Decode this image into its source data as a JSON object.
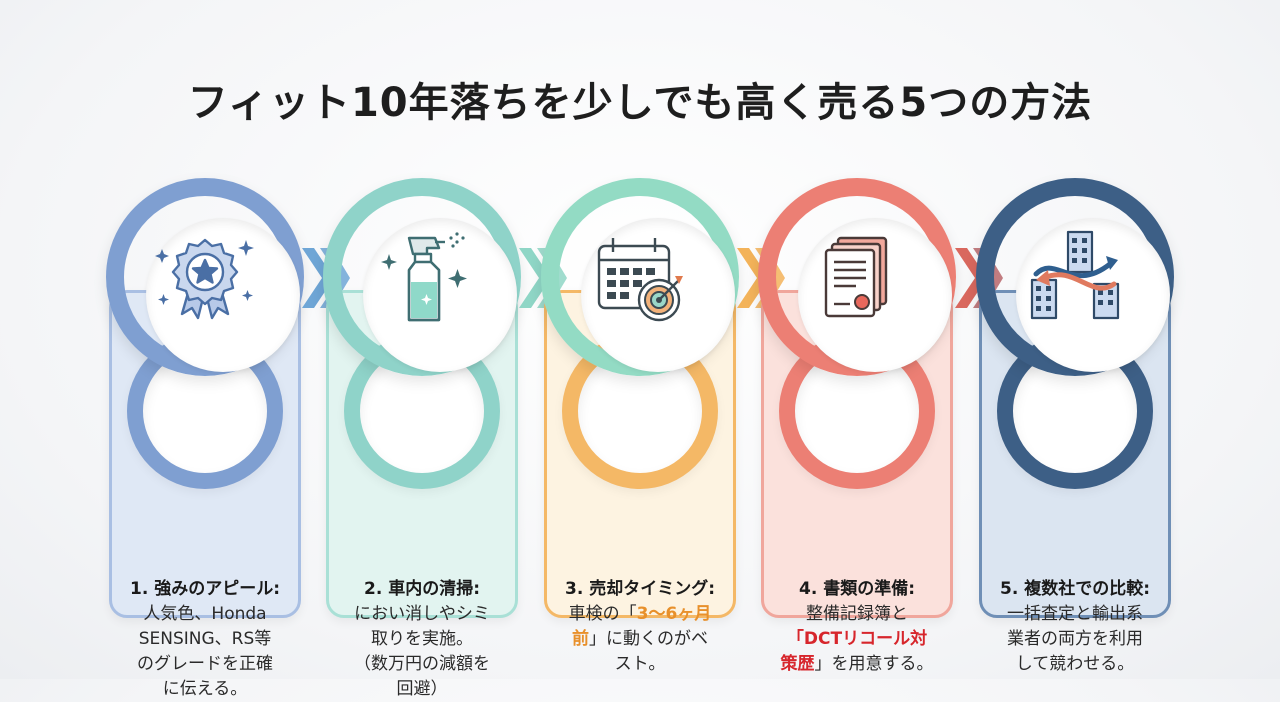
{
  "title": "フィット10年落ちを少しでも高く売る5つの方法",
  "steps": [
    {
      "title": "1. 強みのアピール:",
      "lines": [
        "人気色、Honda",
        "SENSING、RS等",
        "のグレードを正確",
        "に伝える。"
      ],
      "colors": {
        "ring": "#7f9fd1",
        "card_bg": "#dfe8f5",
        "card_border": "#a9bfe3"
      },
      "icon": "award-medal-icon"
    },
    {
      "title": "2. 車内の清掃:",
      "lines": [
        "におい消しやシミ",
        "取りを実施。",
        "（数万円の減額を",
        "回避）"
      ],
      "colors": {
        "ring": "#8fd3c9",
        "card_bg": "#e2f4f0",
        "card_border": "#a9e0d6"
      },
      "icon": "spray-bottle-icon"
    },
    {
      "title": "3. 売却タイミング:",
      "line1": "車検の「",
      "highlight1": "3〜6ヶ月",
      "highlight2": "前",
      "line2_rest": "」に動くのがベ",
      "line3": "スト。",
      "colors": {
        "ring": "#93dbc4",
        "card_bg": "#fdf3e1",
        "card_border": "#f4b866"
      },
      "icon": "calendar-target-icon"
    },
    {
      "title": "4. 書類の準備:",
      "line1": "整備記録簿と",
      "highlight1": "「DCTリコール対",
      "highlight2": "策歴",
      "line3_rest": "」を用意する。",
      "colors": {
        "ring": "#ec7f74",
        "card_bg": "#fbe1dc",
        "card_border": "#f0a69c"
      },
      "icon": "documents-icon"
    },
    {
      "title": "5. 複数社での比較:",
      "lines": [
        "一括査定と輸出系",
        "業者の両方を利用",
        "して競わせる。"
      ],
      "colors": {
        "ring": "#3d5f86",
        "card_bg": "#dbe5f1",
        "card_border": "#6f8fb6"
      },
      "icon": "buildings-arrows-icon"
    }
  ],
  "arrows": [
    {
      "color": "#6fa6d6",
      "icon": "chevron-right-icon"
    },
    {
      "color": "#8fd6c6",
      "icon": "chevron-right-icon"
    },
    {
      "color": "#f3b35a",
      "icon": "chevron-right-icon"
    },
    {
      "color": "#d9685e",
      "icon": "chevron-right-icon"
    }
  ]
}
